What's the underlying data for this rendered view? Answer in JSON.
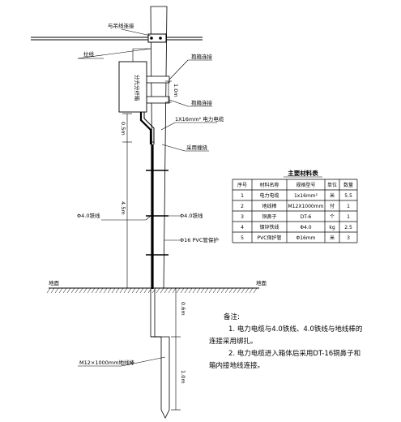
{
  "labels": {
    "guy_to_wire": "与吊线连接",
    "guy": "拉线",
    "hoop_top": "抱箍连接",
    "hoop_bottom": "抱箍连接",
    "box": "分光分纤箱",
    "cable": "1X16mm² 电力电缆",
    "seal": "采用缠绕",
    "iron_wire": "Φ4.0铁线",
    "binding_wire": "Φ4.0铁线",
    "pvc": "Φ16 PVC管保护",
    "ground_left": "地面",
    "ground_right": "地面",
    "rod": "M12×1000mm地线棒",
    "dim_box_gap": "1.0m",
    "dim_box_below": "0.5m",
    "dim_pole": "4.5m",
    "dim_buried": "0.6m",
    "dim_rod": "1.0m"
  },
  "table": {
    "title": "主要材料表",
    "headers": [
      "序号",
      "材料名称",
      "规格型号",
      "单位",
      "数量"
    ],
    "rows": [
      [
        "1",
        "电力电缆",
        "1x16mm²",
        "米",
        "5.5"
      ],
      [
        "2",
        "地线棒",
        "M12X1000mm",
        "付",
        "1"
      ],
      [
        "3",
        "铜鼻子",
        "DT-6",
        "个",
        "1"
      ],
      [
        "4",
        "镀锌铁线",
        "Φ4.0",
        "kg",
        "2.5"
      ],
      [
        "5",
        "PVC保护管",
        "Φ16mm",
        "米",
        "3"
      ]
    ]
  },
  "notes": {
    "title": "备注:",
    "line1": "1. 电力电缆与4.0铁线、4.0铁线与地线棒的",
    "line2": "连接采用绑扎。",
    "line3": "2. 电力电缆进入箱体后采用DT-16铜鼻子和",
    "line4": "箱内接地线连接。"
  }
}
